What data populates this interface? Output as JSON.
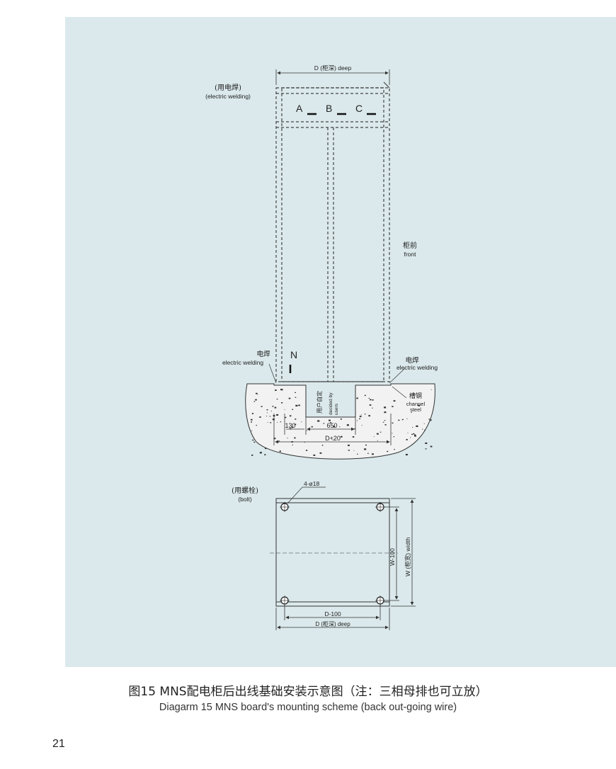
{
  "diagram": {
    "top_dim_label": "D (柜深) deep",
    "weld_top": {
      "cn": "(用电焊)",
      "en": "(electric welding)"
    },
    "phases": [
      "A",
      "B",
      "C"
    ],
    "neutral": "N",
    "front": {
      "cn": "柜前",
      "en": "front"
    },
    "weld_left": {
      "cn": "电焊",
      "en": "electric welding"
    },
    "weld_right": {
      "cn": "电焊",
      "en": "electric welding"
    },
    "channel": {
      "cn": "槽钢",
      "en1": "channel",
      "en2": "steel"
    },
    "decided": {
      "cn": "用户自定",
      "en1": "decided by",
      "en2": "users"
    },
    "dim_130": "130",
    "dim_650": "650",
    "dim_d20": "D+20",
    "bolt": {
      "cn": "(用螺栓)",
      "en": "(bolt)"
    },
    "holes": "4-ø18",
    "dim_w100": "W-100",
    "dim_width": "W (柜宽) width",
    "dim_d100": "D-100",
    "bottom_dim_label": "D (柜深) deep"
  },
  "caption": {
    "cn": "图15   MNS配电柜后出线基础安装示意图（注：三相母排也可立放）",
    "en": "Diagarm 15   MNS board's mounting scheme (back out-going wire)"
  },
  "page_number": "21"
}
